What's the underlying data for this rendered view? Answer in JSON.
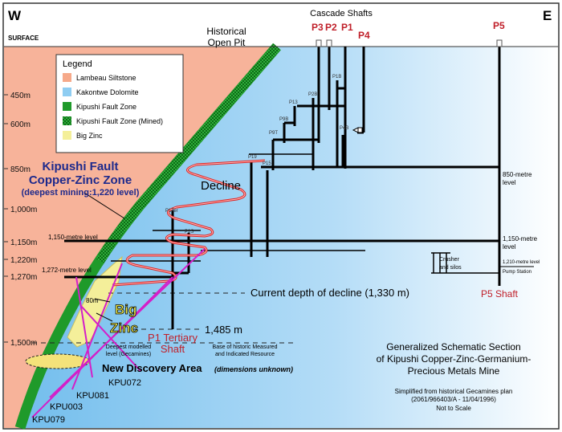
{
  "compass": {
    "west": "W",
    "east": "E"
  },
  "surface_label": "SURFACE",
  "historical_pit": [
    "Historical",
    "Open Pit"
  ],
  "cascade_shafts": "Cascade Shafts",
  "shafts": {
    "p3": "P3",
    "p2": "P2",
    "p1": "P1",
    "p4": "P4",
    "p5": "P5"
  },
  "small_shafts": [
    "P1B",
    "P2B",
    "P13",
    "P9B",
    "P9T",
    "P4B",
    "P19",
    "P15",
    "P1Ter",
    "P2S"
  ],
  "legend": {
    "title": "Legend",
    "items": [
      {
        "label": "Lambeau Siltstone",
        "color": "#f6a98a"
      },
      {
        "label": "Kakontwe Dolomite",
        "color": "#8fcdf2"
      },
      {
        "label": "Kipushi Fault Zone",
        "color": "#1f9a2a"
      },
      {
        "label": "Kipushi Fault Zone (Mined)",
        "color": "#0f6d1a"
      },
      {
        "label": "Big Zinc",
        "color": "#f4ef9a"
      }
    ]
  },
  "depths": [
    "450m",
    "600m",
    "850m",
    "1,000m",
    "1,150m",
    "1,220m",
    "1,270m",
    "1,500m"
  ],
  "fault_zone": {
    "line1": "Kipushi Fault",
    "line2": "Copper-Zinc Zone",
    "line3": "(deepest mining:1,220 level)"
  },
  "decline": "Decline",
  "levels": {
    "l850": [
      "850-metre",
      "level"
    ],
    "l1150": [
      "1,150-metre",
      "level"
    ],
    "l1150_left": "1,150-metre level",
    "l1272": "1,272-metre level",
    "l1210": "1,210-metre level",
    "pump": "Pump Station"
  },
  "crusher": [
    "Crusher",
    "and silos"
  ],
  "p5_shaft": "P5 Shaft",
  "current_depth": "Current depth of decline (1,330 m)",
  "width_label": "80m",
  "big_zinc": [
    "Big",
    "Zinc"
  ],
  "depth_1485": "1,485 m",
  "p1_tertiary": [
    "P1 Tertiary",
    "Shaft"
  ],
  "deepest_modelled": [
    "Deepest modelled",
    "level (Gecamines)"
  ],
  "base_resource": [
    "Base of historic Measured",
    "and Indicated Resource"
  ],
  "new_discovery": "New Discovery Area",
  "new_discovery_note": "(dimensions unknown)",
  "drillholes": [
    "KPU072",
    "KPU081",
    "KPU003",
    "KPU079"
  ],
  "title": [
    "Generalized Schematic Section",
    "of Kipushi Copper-Zinc-Germanium-",
    "Precious Metals Mine"
  ],
  "source": [
    "Simplified from historical Gecamines plan",
    "(2061/966403/A - 11/04/1996)",
    "Not to Scale"
  ]
}
